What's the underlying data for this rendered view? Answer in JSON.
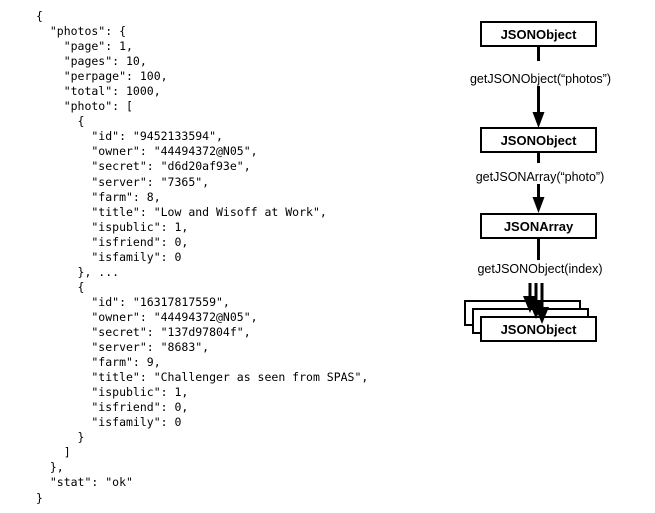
{
  "json_listing": {
    "language": "json",
    "text": "{\n  \"photos\": {\n    \"page\": 1,\n    \"pages\": 10,\n    \"perpage\": 100,\n    \"total\": 1000,\n    \"photo\": [\n      {\n        \"id\": \"9452133594\",\n        \"owner\": \"44494372@N05\",\n        \"secret\": \"d6d20af93e\",\n        \"server\": \"7365\",\n        \"farm\": 8,\n        \"title\": \"Low and Wisoff at Work\",\n        \"ispublic\": 1,\n        \"isfriend\": 0,\n        \"isfamily\": 0\n      }, ...\n      {\n        \"id\": \"16317817559\",\n        \"owner\": \"44494372@N05\",\n        \"secret\": \"137d97804f\",\n        \"server\": \"8683\",\n        \"farm\": 9,\n        \"title\": \"Challenger as seen from SPAS\",\n        \"ispublic\": 1,\n        \"isfriend\": 0,\n        \"isfamily\": 0\n      }\n    ]\n  },\n  \"stat\": \"ok\"\n}",
    "values": {
      "photos": {
        "page": 1,
        "pages": 10,
        "perpage": 100,
        "total": 1000,
        "photo": [
          {
            "id": "9452133594",
            "owner": "44494372@N05",
            "secret": "d6d20af93e",
            "server": "7365",
            "farm": 8,
            "title": "Low and Wisoff at Work",
            "ispublic": 1,
            "isfriend": 0,
            "isfamily": 0
          },
          {
            "id": "16317817559",
            "owner": "44494372@N05",
            "secret": "137d97804f",
            "server": "8683",
            "farm": 9,
            "title": "Challenger as seen from SPAS",
            "ispublic": 1,
            "isfriend": 0,
            "isfamily": 0
          }
        ]
      },
      "stat": "ok"
    },
    "ellipsis_marker": "}, ..."
  },
  "diagram": {
    "type": "flowchart",
    "direction": "top-to-bottom",
    "nodes": [
      {
        "id": "root",
        "label": "JSONObject"
      },
      {
        "id": "photos",
        "label": "JSONObject"
      },
      {
        "id": "photoarray",
        "label": "JSONArray"
      },
      {
        "id": "items",
        "label": "JSONObject",
        "stacked": true,
        "stack_count": 3
      }
    ],
    "edges": [
      {
        "from": "root",
        "to": "photos",
        "label": "getJSONObject(“photos”)"
      },
      {
        "from": "photos",
        "to": "photoarray",
        "label": "getJSONArray(“photo”)"
      },
      {
        "from": "photoarray",
        "to": "items",
        "label": "getJSONObject(index)",
        "multiplicity": "many"
      }
    ],
    "colors": {
      "box_border": "#000000",
      "box_fill": "#ffffff",
      "arrow": "#000000",
      "text": "#000000",
      "background": "#ffffff"
    }
  }
}
